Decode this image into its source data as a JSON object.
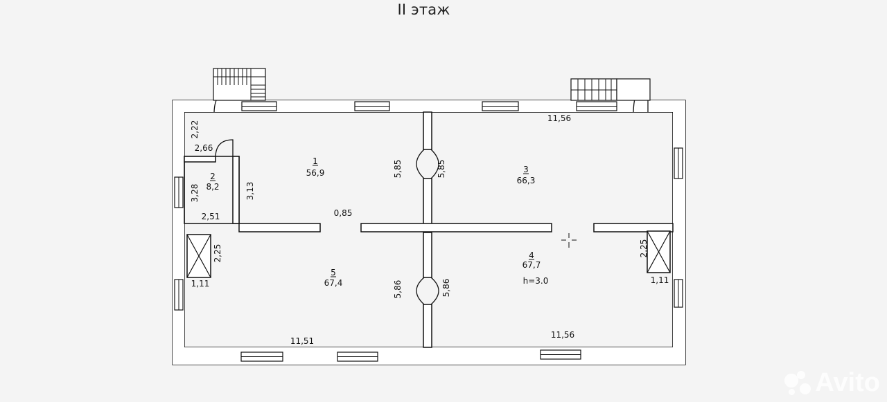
{
  "title": "II этаж",
  "rooms": [
    {
      "number": "1",
      "area": "56,9"
    },
    {
      "number": "2",
      "area": "8,2"
    },
    {
      "number": "3",
      "area": "66,3"
    },
    {
      "number": "4",
      "area": "67,7"
    },
    {
      "number": "5",
      "area": "67,4"
    }
  ],
  "ceiling_height": "h=3.0",
  "dimensions": {
    "top_right_width": "11,56",
    "bottom_right_width": "11,56",
    "bottom_left_width": "11,51",
    "corridor_width": "0,85",
    "upper_left_vertical": "2,22",
    "small_room_top": "2,66",
    "room2_height": "3,28",
    "room2_width": "2,51",
    "room2_side": "3,13",
    "door1_left": "5,85",
    "door1_right": "5,85",
    "door2_left": "5,86",
    "door2_right": "5,86",
    "vent_left_height": "2,25",
    "vent_left_width": "1,11",
    "vent_right_height": "2,25",
    "vent_right_width": "1,11"
  },
  "watermark": "Avito"
}
